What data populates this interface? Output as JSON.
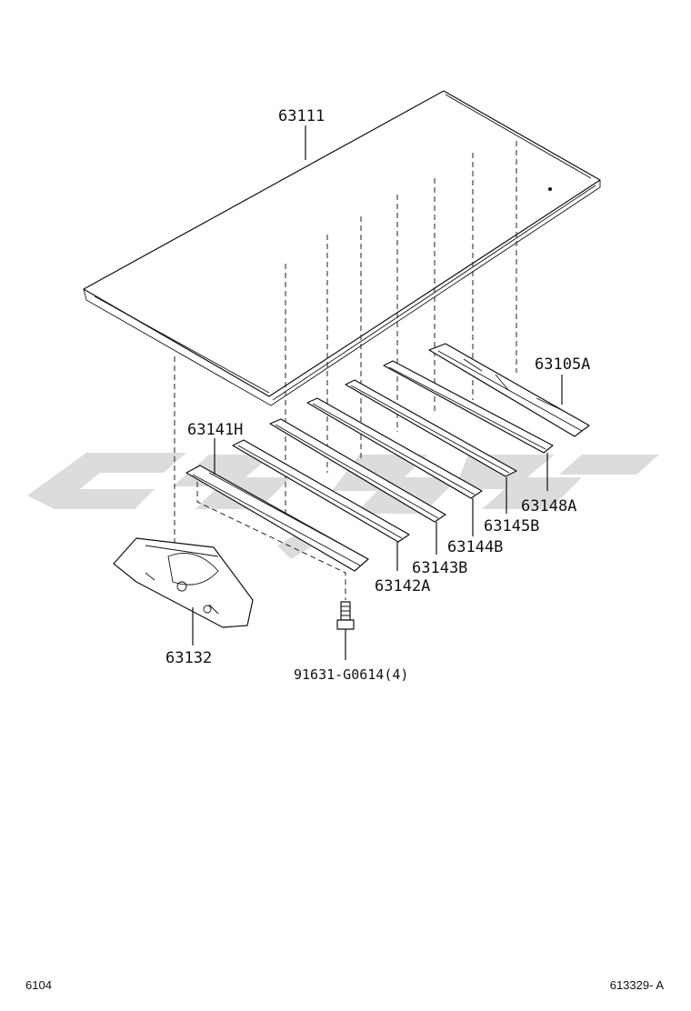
{
  "diagram": {
    "parts": {
      "roof_panel": "63111",
      "front_bow": "63141H",
      "bow_2": "63142A",
      "bow_3": "63143B",
      "bow_4": "63144B",
      "bow_5": "63145B",
      "bow_6": "63148A",
      "rear_header": "63105A",
      "reinforcement": "63132",
      "bolt": "91631-G0614(4)"
    },
    "footer": {
      "left_code": "6104",
      "right_code": "613329- A"
    },
    "colors": {
      "line": "#111111",
      "watermark": "#dcdcdc"
    }
  }
}
